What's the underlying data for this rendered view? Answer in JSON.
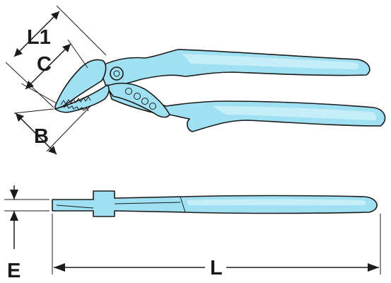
{
  "drawing": {
    "labels": {
      "L1": "L1",
      "C": "C",
      "B": "B",
      "E": "E",
      "L": "L"
    },
    "colors": {
      "tool_fill": "#9fe0f2",
      "tool_highlight": "#c6eef9",
      "line": "#1b1b1b",
      "background": "#ffffff"
    }
  }
}
